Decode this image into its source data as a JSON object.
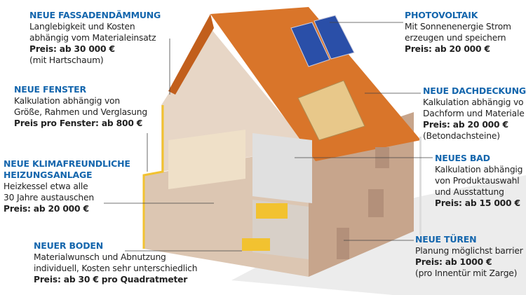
{
  "colors": {
    "heading": "#1466ad",
    "roof": "#d9752a",
    "wall": "#c9a890",
    "solar": "#2a4fa8",
    "insulation": "#f2c230"
  },
  "callouts": {
    "fassade": {
      "title": "NEUE FASSADENDÄMMUNG",
      "lines": [
        "Langlebigkeit und Kosten",
        "abhängig vom Materialeinsatz"
      ],
      "price": "Preis: ab 30 000 €",
      "note": "(mit Hartschaum)"
    },
    "fenster": {
      "title": "NEUE FENSTER",
      "lines": [
        "Kalkulation abhängig von",
        "Größe, Rahmen und Verglasung"
      ],
      "price": "Preis pro Fenster: ab 800 €"
    },
    "heizung": {
      "title": "NEUE KLIMAFREUNDLICHE",
      "title2": "HEIZUNGSANLAGE",
      "lines": [
        "Heizkessel etwa alle",
        "30 Jahre austauschen"
      ],
      "price": "Preis: ab 20 000 €"
    },
    "boden": {
      "title": "NEUER BODEN",
      "lines": [
        "Materialwunsch und Abnutzung",
        "individuell, Kosten sehr unterschiedlich"
      ],
      "price": "Preis: ab 30 € pro Quadratmeter"
    },
    "pv": {
      "title": "PHOTOVOLTAIK",
      "lines": [
        "Mit Sonnenenergie Strom",
        "erzeugen und speichern"
      ],
      "price": "Preis: ab 20 000 €"
    },
    "dach": {
      "title": "NEUE DACHDECKUNG",
      "lines": [
        "Kalkulation abhängig vo",
        "Dachform und Materiale"
      ],
      "price": "Preis: ab 20 000 €",
      "note": "(Betondachsteine)"
    },
    "bad": {
      "title": "NEUES BAD",
      "lines": [
        "Kalkulation abhängig",
        "von Produktauswahl",
        "und Ausstattung"
      ],
      "price": "Preis: ab 15 000 €"
    },
    "tueren": {
      "title": "NEUE TÜREN",
      "lines": [
        "Planung möglichst barrier"
      ],
      "price": "Preis: ab 1000 €",
      "note": "(pro Innentür mit Zarge)"
    }
  }
}
